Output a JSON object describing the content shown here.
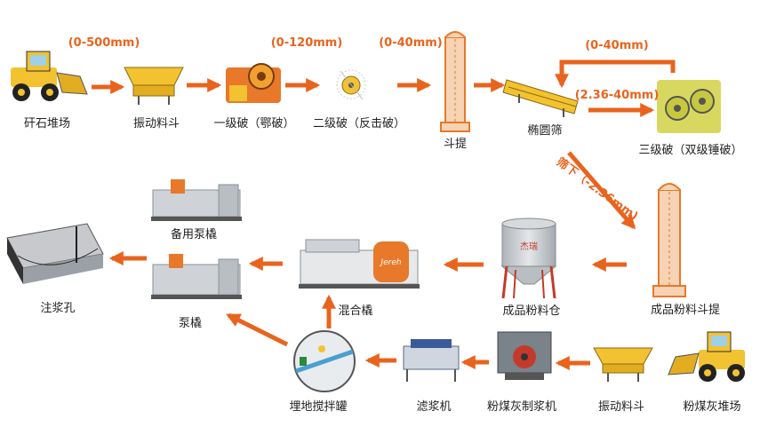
{
  "nodes": {
    "gravel_yard": "矸石堆场",
    "feeder_1": "振动料斗",
    "primary_crusher": "一级破（鄂破）",
    "secondary_crusher": "二级破（反击破）",
    "bucket_elevator_1": "斗提",
    "vibrating_screen": "椭圆筛",
    "tertiary_crusher": "三级破（双级锤破）",
    "product_elevator": "成品粉料斗提",
    "product_silo": "成品粉料仓",
    "mixing_tank": "混合橇",
    "pump_skid": "泵橇",
    "standby_pump_skid": "备用泵橇",
    "grout_hole": "注浆孔",
    "buried_mixer": "埋地搅拌罐",
    "slurry_filter": "滤浆机",
    "fly_ash_slurry": "粉煤灰制浆机",
    "feeder_2": "振动料斗",
    "fly_ash_yard": "粉煤灰堆场"
  },
  "sizes": {
    "s1": "(0-500mm)",
    "s2": "(0-120mm)",
    "s3": "(0-40mm)",
    "s4": "(0-40mm)",
    "s5": "(2.36-40mm)",
    "s6": "筛下（-2.36mm)"
  },
  "silo_text": "杰瑞",
  "mixer_brand": "Jereh",
  "colors": {
    "arrow": "#e8641e",
    "machine_yellow": "#f2c230",
    "machine_orange": "#e8782a",
    "steel": "#9aa4ad",
    "silo": "#c9ced3"
  }
}
